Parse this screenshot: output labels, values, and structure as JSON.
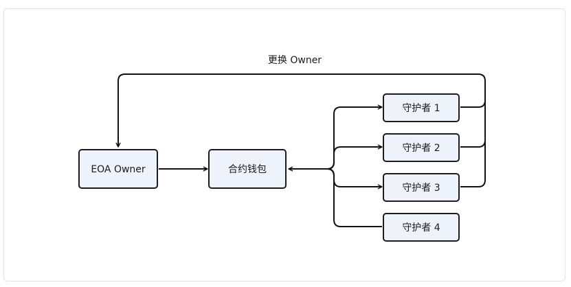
{
  "diagram": {
    "nodes": {
      "eoa_owner": "EOA Owner",
      "contract_wallet": "合约钱包",
      "guardian_1": "守护者 1",
      "guardian_2": "守护者 2",
      "guardian_3": "守护者 3",
      "guardian_4": "守护者 4"
    },
    "edge_labels": {
      "change_owner": "更换 Owner"
    }
  },
  "colors": {
    "node_fill": "#eef2fb",
    "node_stroke": "#1c1c1c",
    "edge": "#111111",
    "frame_border": "#e1e3e8"
  }
}
